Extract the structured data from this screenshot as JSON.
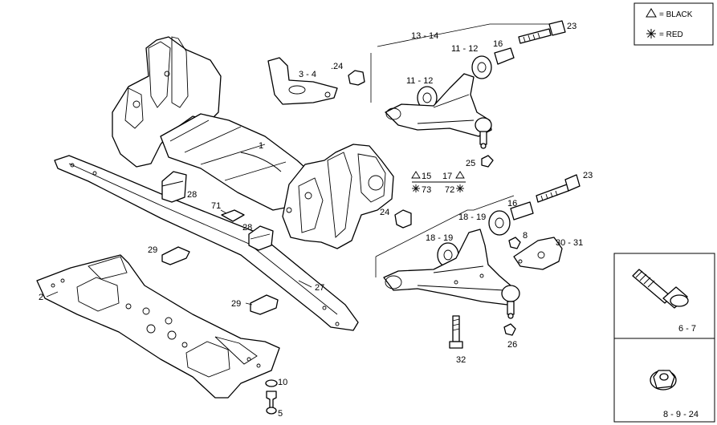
{
  "callouts": {
    "c1": "1",
    "c2": "2",
    "c3_4": "3 - 4",
    "c5": "5",
    "c6_7": "6 - 7",
    "c8": "8",
    "c8_9_24": "8 - 9 - 24",
    "c10": "10",
    "c11_12_top": "11 - 12",
    "c11_12_mid": "11 - 12",
    "c13_14": "13 - 14",
    "c15": "15",
    "c16_top": "16",
    "c16_bottom": "16",
    "c17": "17",
    "c18_19_a": "18 - 19",
    "c18_19_b": "18 - 19",
    "c23_top": "23",
    "c23_bottom": "23",
    "c24_top": ".24",
    "c24_bottom": "24",
    "c25": "25",
    "c26": "26",
    "c27": "27",
    "c28_a": "28",
    "c28_b": "28",
    "c29_a": "29",
    "c29_b": "29",
    "c30_31": "30 - 31",
    "c32": "32",
    "c71": "71",
    "c73": "73",
    "c72": "72"
  },
  "legend": {
    "black": "= BLACK",
    "red": "= RED"
  }
}
